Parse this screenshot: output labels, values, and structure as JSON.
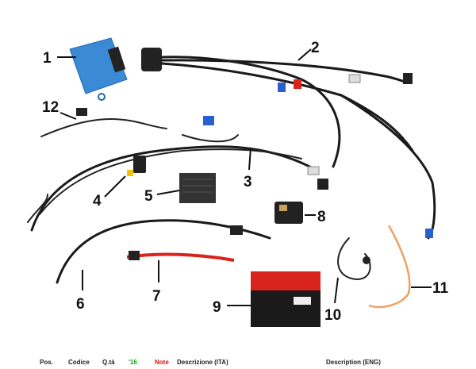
{
  "parts": [
    {
      "number": "1"
    },
    {
      "number": "2"
    },
    {
      "number": "3"
    },
    {
      "number": "4"
    },
    {
      "number": "5"
    },
    {
      "number": "6"
    },
    {
      "number": "7"
    },
    {
      "number": "8"
    },
    {
      "number": "9"
    },
    {
      "number": "10"
    },
    {
      "number": "11"
    },
    {
      "number": "12"
    }
  ],
  "table_header": {
    "pos": "Pos.",
    "codice": "Codice",
    "qta": "Q.tà",
    "year": "'16",
    "note": "Note",
    "descr_ita": "Descrizione (ITA)",
    "descr_eng": "Description (ENG)"
  },
  "colors": {
    "year": "#1a9a1a",
    "note": "#e01010",
    "ecu": "#3a8ad6",
    "battery": "#d8241c",
    "red_wire": "#d8241c",
    "orange_wire": "#f0a060"
  }
}
